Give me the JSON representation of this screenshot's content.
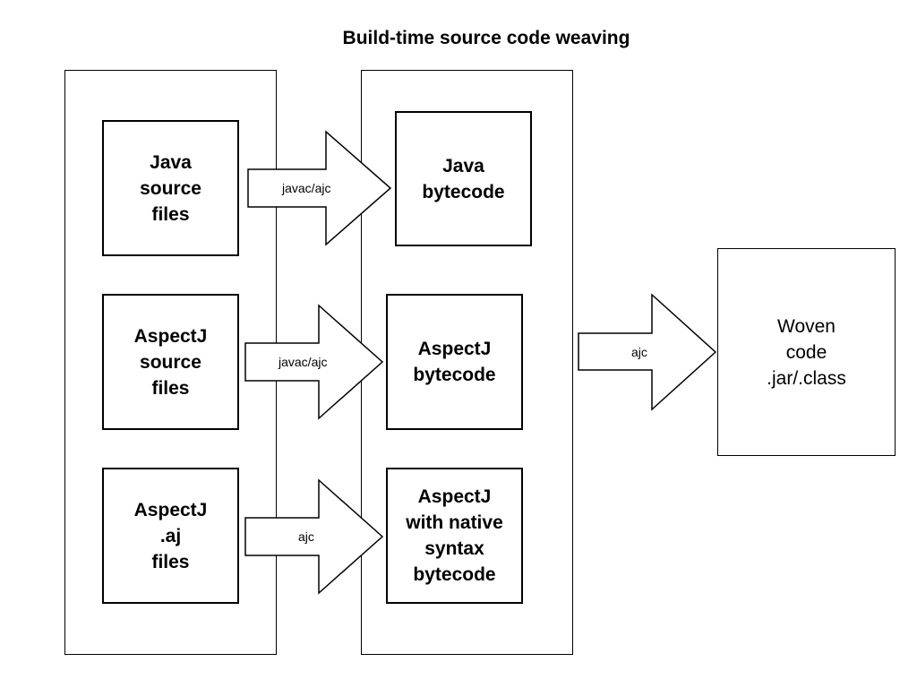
{
  "title": "Build-time source code weaving",
  "sources": [
    {
      "label": "Java\nsource\nfiles"
    },
    {
      "label": "AspectJ\nsource\nfiles"
    },
    {
      "label": "AspectJ\n.aj\nfiles"
    }
  ],
  "bytecodes": [
    {
      "label": "Java\nbytecode"
    },
    {
      "label": "AspectJ\nbytecode"
    },
    {
      "label": "AspectJ\nwith native\nsyntax\nbytecode"
    }
  ],
  "output": {
    "label": "Woven\ncode\n.jar/.class"
  },
  "arrows": [
    {
      "label": "javac/ajc"
    },
    {
      "label": "javac/ajc"
    },
    {
      "label": "ajc"
    },
    {
      "label": "ajc"
    }
  ]
}
